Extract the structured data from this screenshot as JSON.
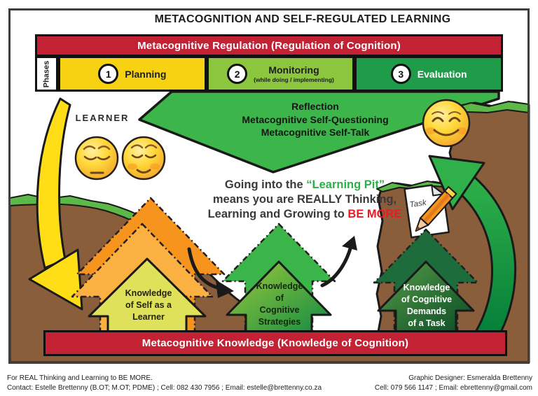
{
  "title": "METACOGNITION AND SELF-REGULATED LEARNING",
  "banners": {
    "regulation": "Metacognitive Regulation (Regulation of Cognition)",
    "knowledge": "Metacognitive Knowledge (Knowledge of Cognition)"
  },
  "phases_label": "Phases",
  "phases": [
    {
      "num": "1",
      "label": "Planning",
      "sub": ""
    },
    {
      "num": "2",
      "label": "Monitoring",
      "sub": "(while doing / implementing)"
    },
    {
      "num": "3",
      "label": "Evaluation",
      "sub": ""
    }
  ],
  "learner_label": "LEARNER",
  "reflection_lines": [
    "Reflection",
    "Metacognitive Self-Questioning",
    "Metacognitive Self-Talk"
  ],
  "pit_message": {
    "l1_pre": "Going into the ",
    "l1_highlight": "“Learning Pit”",
    "l2": "means you are REALLY Thinking,",
    "l3_pre": "Learning and Growing to ",
    "l3_highlight": "BE MORE"
  },
  "task_label": "Task",
  "knowledge_arrows": [
    {
      "lines": [
        "Knowledge",
        "of Self as a",
        "Learner"
      ]
    },
    {
      "lines": [
        "Knowledge",
        "of",
        "Cognitive",
        "Strategies"
      ]
    },
    {
      "lines": [
        "Knowledge",
        "of Cognitive",
        "Demands",
        "of a Task"
      ]
    }
  ],
  "footer": {
    "left_line1": "For REAL Thinking and Learning to BE MORE.",
    "left_line2": "Contact: Estelle Brettenny (B.OT; M.OT; PDME) ; Cell: 082 430 7956 ; Email: estelle@brettenny.co.za",
    "right_line1": "Graphic Designer:  Esmeralda Brettenny",
    "right_line2": "Cell: 079 566 1147 ;  Email: ebrettenny@gmail.com"
  },
  "colors": {
    "banner_red": "#c32235",
    "phase_yellow": "#f6d213",
    "phase_light_green": "#8cc63f",
    "phase_green": "#1f9c49",
    "reflection_arrow_green": "#3cb54a",
    "soil_brown": "#8a5d3b",
    "grass_green": "#5cb947",
    "swoosh_yellow": "#ffde17",
    "highlight_green": "#2fae49",
    "highlight_red": "#ec1b23"
  }
}
